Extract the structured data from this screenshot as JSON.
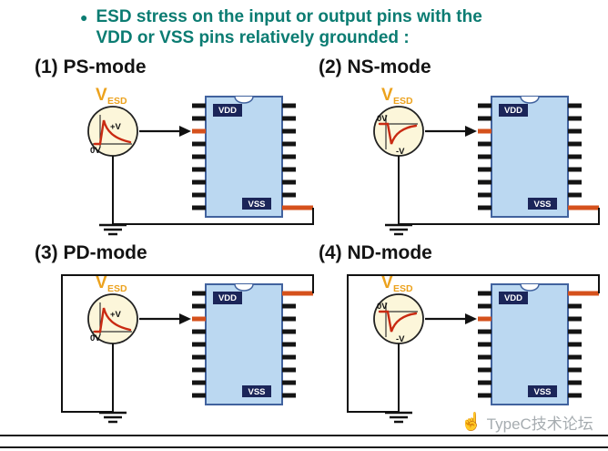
{
  "header": {
    "bullet": "●",
    "line1": "ESD stress on the input or output pins with the",
    "line2": "VDD or VSS pins relatively grounded :"
  },
  "modes": [
    {
      "title": "(1) PS-mode",
      "source_label": "V",
      "source_sub": "ESD",
      "wave_top": "+V",
      "wave_bottom": "0V",
      "vdd": "VDD",
      "vss": "VSS",
      "grounded_pin": "VSS"
    },
    {
      "title": "(2) NS-mode",
      "source_label": "V",
      "source_sub": "ESD",
      "wave_top": "0V",
      "wave_bottom": "-V",
      "vdd": "VDD",
      "vss": "VSS",
      "grounded_pin": "VSS"
    },
    {
      "title": "(3) PD-mode",
      "source_label": "V",
      "source_sub": "ESD",
      "wave_top": "+V",
      "wave_bottom": "0V",
      "vdd": "VDD",
      "vss": "VSS",
      "grounded_pin": "VDD"
    },
    {
      "title": "(4) ND-mode",
      "source_label": "V",
      "source_sub": "ESD",
      "wave_top": "0V",
      "wave_bottom": "-V",
      "vdd": "VDD",
      "vss": "VSS",
      "grounded_pin": "VDD"
    }
  ],
  "watermark": {
    "icon_glyph": "☝",
    "text": "TypeC技术论坛"
  },
  "colors": {
    "title_teal": "#0B7C72",
    "vesd_orange": "#ECA21D",
    "pulse_red": "#C92A12",
    "ic_fill": "#BBD8F1",
    "ic_border": "#41629E",
    "stressed_pin": "#D5511C",
    "label_box_navy": "#1B2559"
  }
}
